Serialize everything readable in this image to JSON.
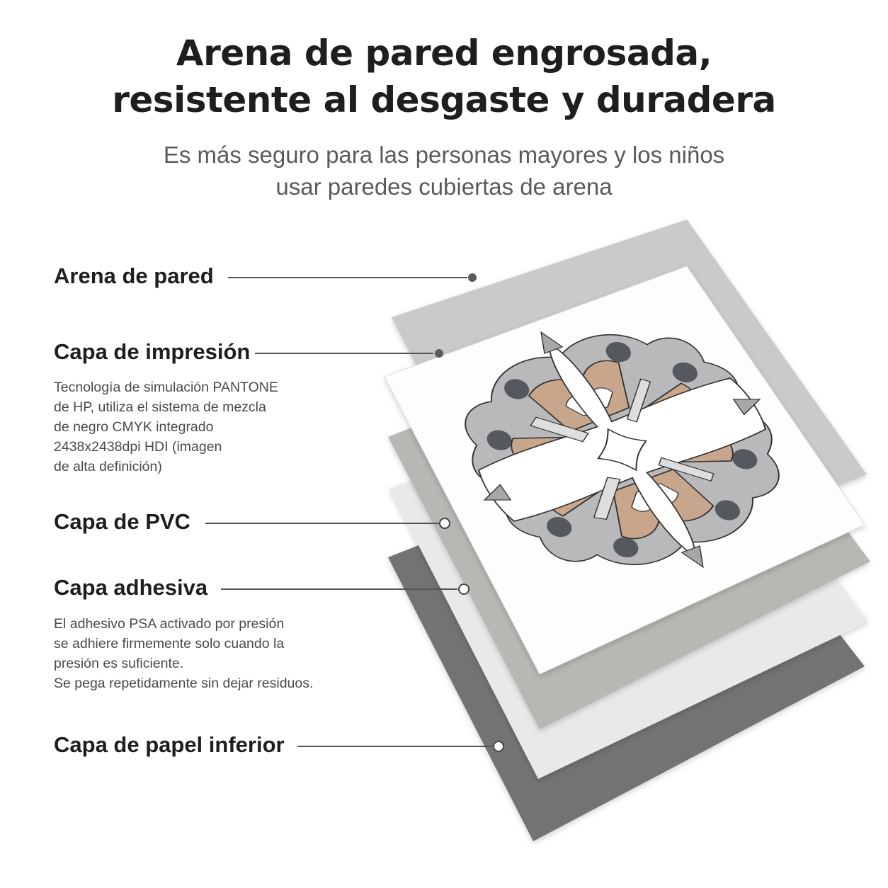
{
  "header": {
    "title_line1": "Arena de pared engrosada,",
    "title_line2": "resistente al desgaste y duradera",
    "subtitle_line1": "Es más seguro para las personas mayores y los niños",
    "subtitle_line2": "usar paredes cubiertas de arena"
  },
  "layers": [
    {
      "label": "Arena de pared"
    },
    {
      "label": "Capa de impresión",
      "description": [
        "Tecnología de simulación PANTONE",
        "de HP, utiliza el sistema de mezcla",
        "de negro CMYK integrado",
        "2438x2438dpi HDI (imagen",
        "de alta definición)"
      ]
    },
    {
      "label": "Capa de PVC"
    },
    {
      "label": "Capa adhesiva",
      "description": [
        "El adhesivo PSA activado por presión",
        "se adhiere firmemente solo cuando la",
        "presión es suficiente.",
        "Se pega repetidamente sin dejar residuos."
      ]
    },
    {
      "label": "Capa de papel inferior"
    }
  ],
  "colors": {
    "sand_layer": "#c9c9c9",
    "print_tan": "#c8a68c",
    "print_gray": "#b6b6b8",
    "print_dark": "#4f5258",
    "pvc_layer": "#b8b6b2",
    "adhesive_layer": "#e8e8e8",
    "paper_layer": "#737373"
  }
}
